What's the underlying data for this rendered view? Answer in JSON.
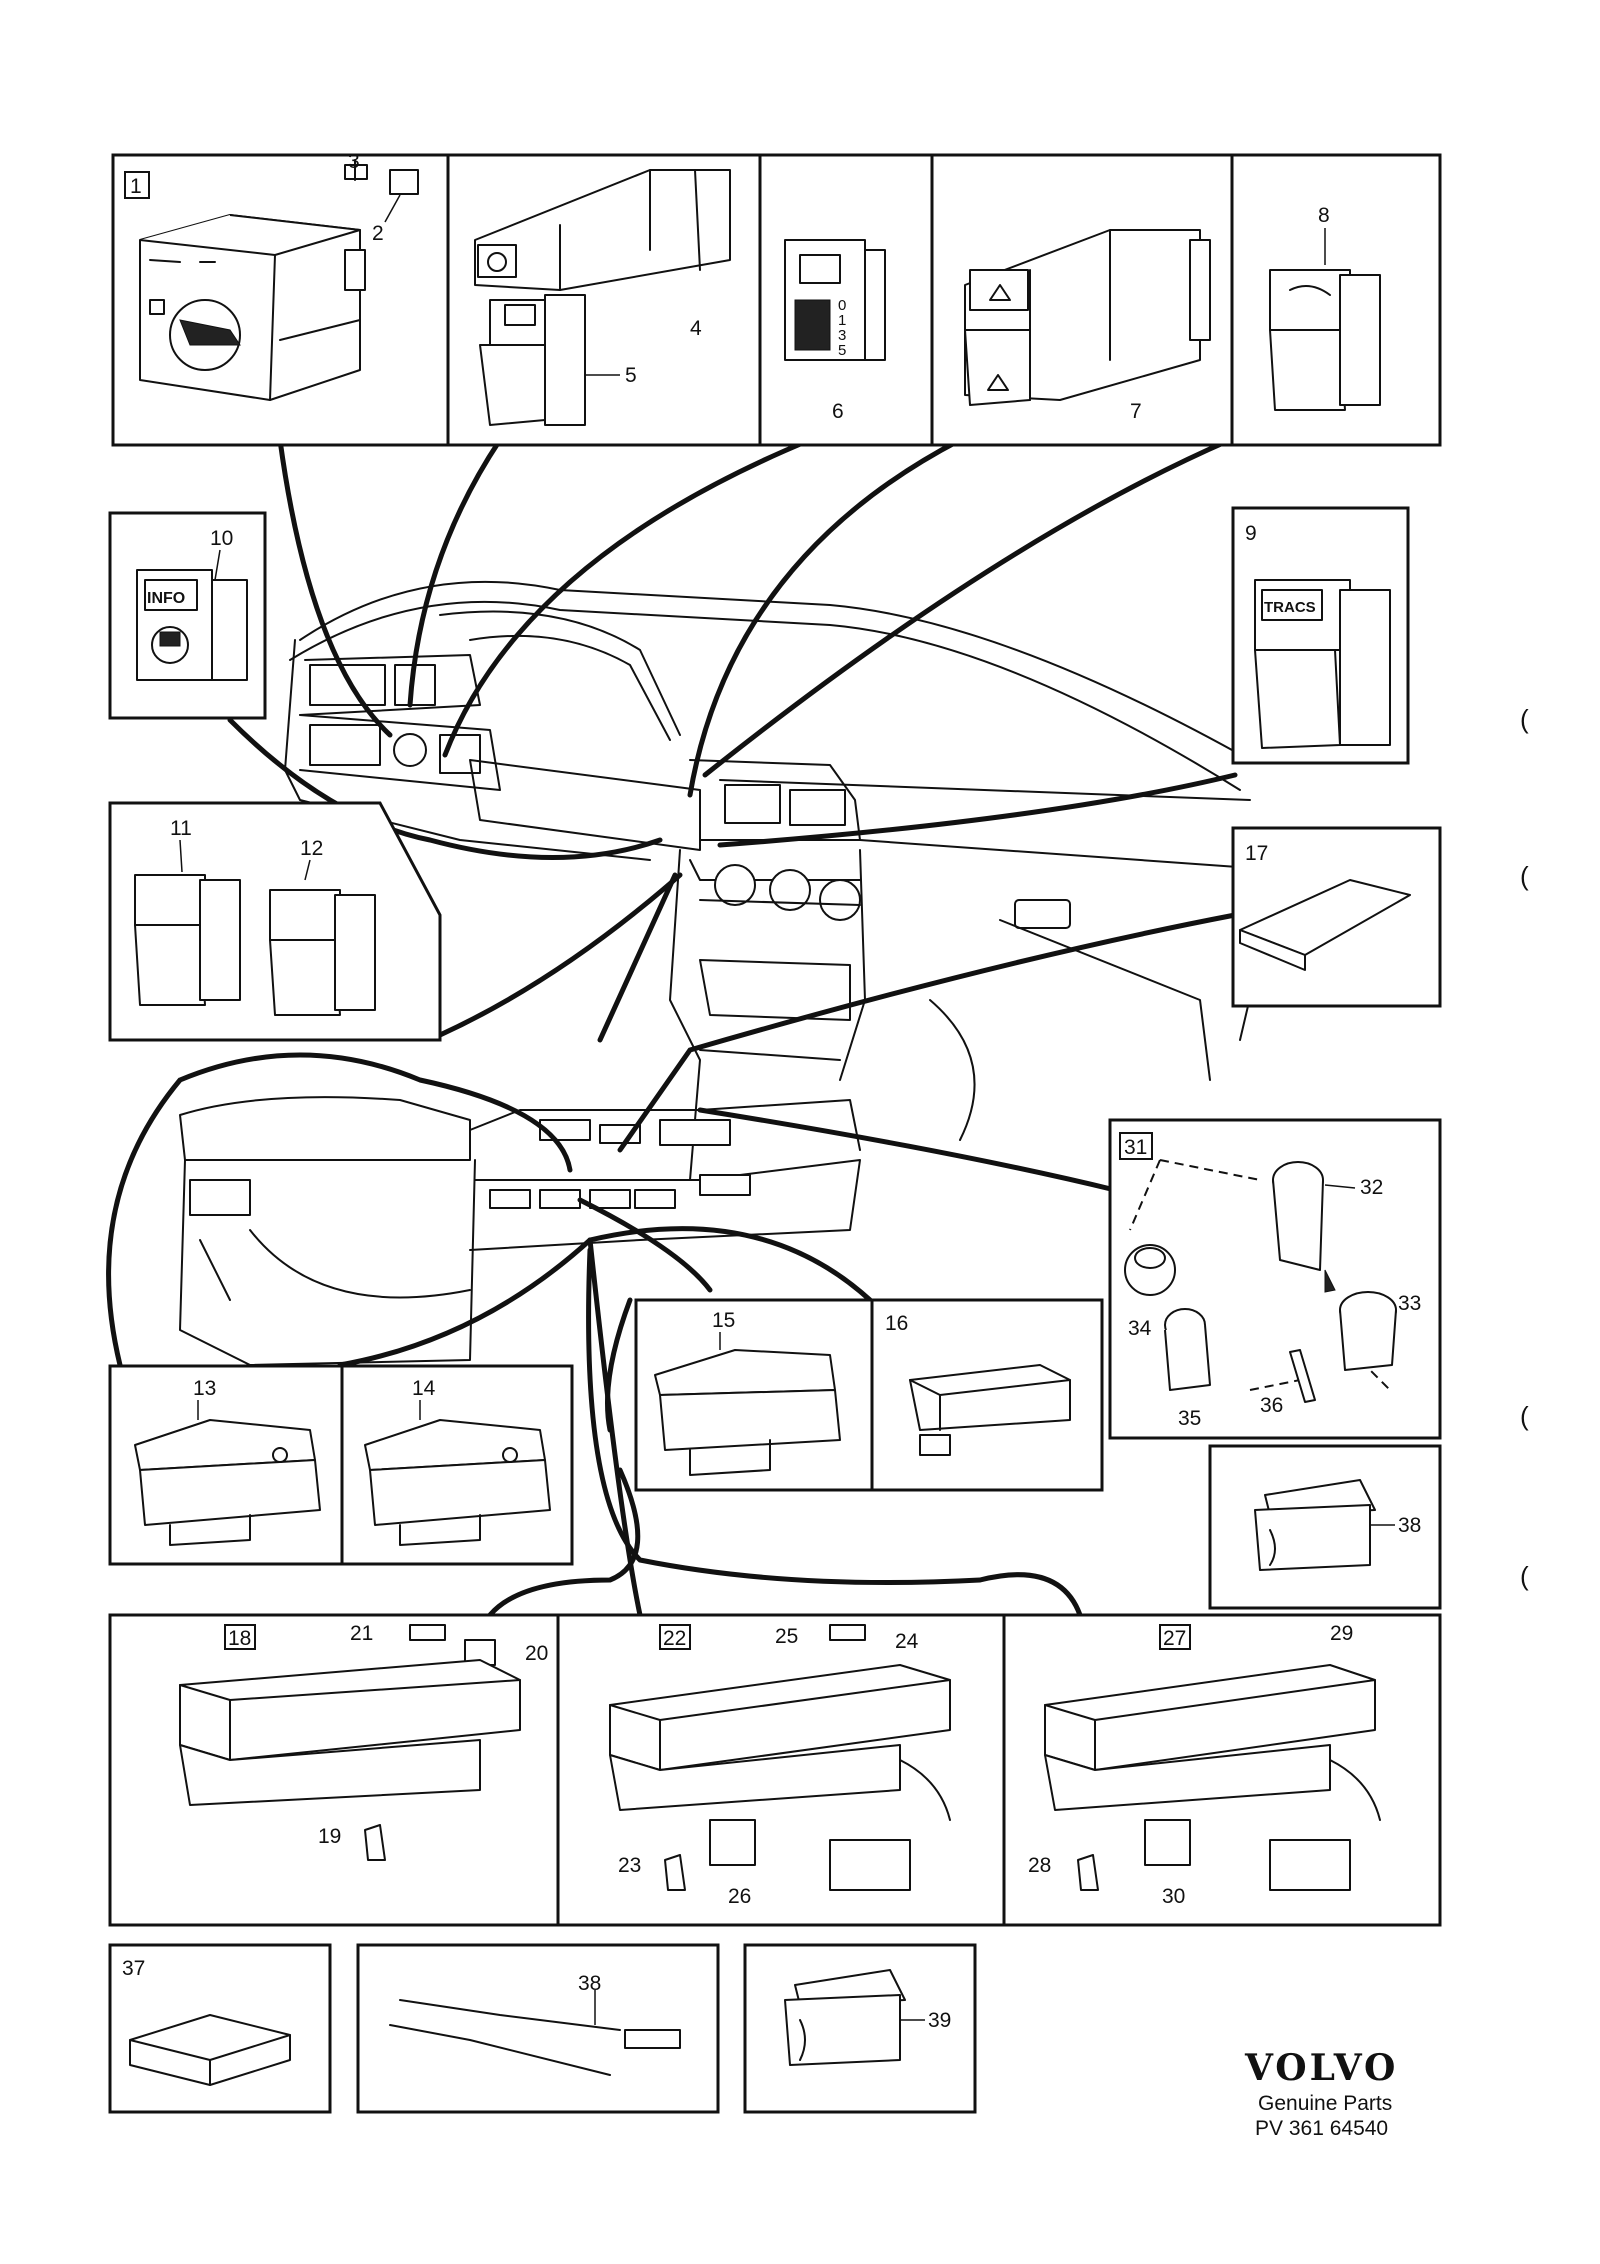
{
  "callouts": {
    "c1": "1",
    "c2": "2",
    "c3": "3",
    "c4": "4",
    "c5": "5",
    "c6": "6",
    "c7": "7",
    "c8": "8",
    "c9": "9",
    "c10": "10",
    "c11": "11",
    "c12": "12",
    "c13": "13",
    "c14": "14",
    "c15": "15",
    "c16": "16",
    "c17": "17",
    "c18": "18",
    "c19": "19",
    "c20": "20",
    "c21": "21",
    "c22": "22",
    "c23": "23",
    "c24": "24",
    "c25": "25",
    "c26": "26",
    "c27": "27",
    "c28": "28",
    "c29": "29",
    "c30": "30",
    "c31": "31",
    "c32": "32",
    "c33": "33",
    "c34": "34",
    "c35": "35",
    "c36": "36",
    "c37": "37",
    "c38a": "38",
    "c38b": "38",
    "c39": "39"
  },
  "scale_labels": {
    "s0": "0",
    "s1": "1",
    "s3": "3",
    "s5": "5"
  },
  "switch_labels": {
    "info": "INFO",
    "tracs": "TRACS"
  },
  "footer": {
    "brand": "VOLVO",
    "tagline": "Genuine Parts",
    "reference": "PV 361 64540"
  },
  "margin_marks": [
    "(",
    "(",
    "(",
    "("
  ]
}
